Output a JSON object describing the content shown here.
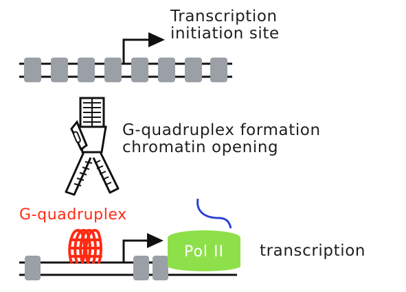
{
  "labels": {
    "transcription_initiation_line1": "Transcription",
    "transcription_initiation_line2": "initiation site",
    "formation_line1": "G-quadruplex formation",
    "formation_line2": "chromatin opening",
    "g_quadruplex": "G-quadruplex",
    "pol_ii": "Pol II",
    "transcription": "transcription"
  },
  "colors": {
    "nucleosome": "#9aa0a6",
    "dna": "#111111",
    "g_quadruplex": "#ff2a12",
    "pol_ii_fill": "#8ee04a",
    "rna": "#2b3fd6",
    "text": "#1f1f1f"
  },
  "icons": {
    "arrow": "tss-arrow-icon",
    "zipper": "zipper-icon",
    "g4_structure": "g-quadruplex-icon",
    "polymerase": "pol-ii-icon"
  }
}
